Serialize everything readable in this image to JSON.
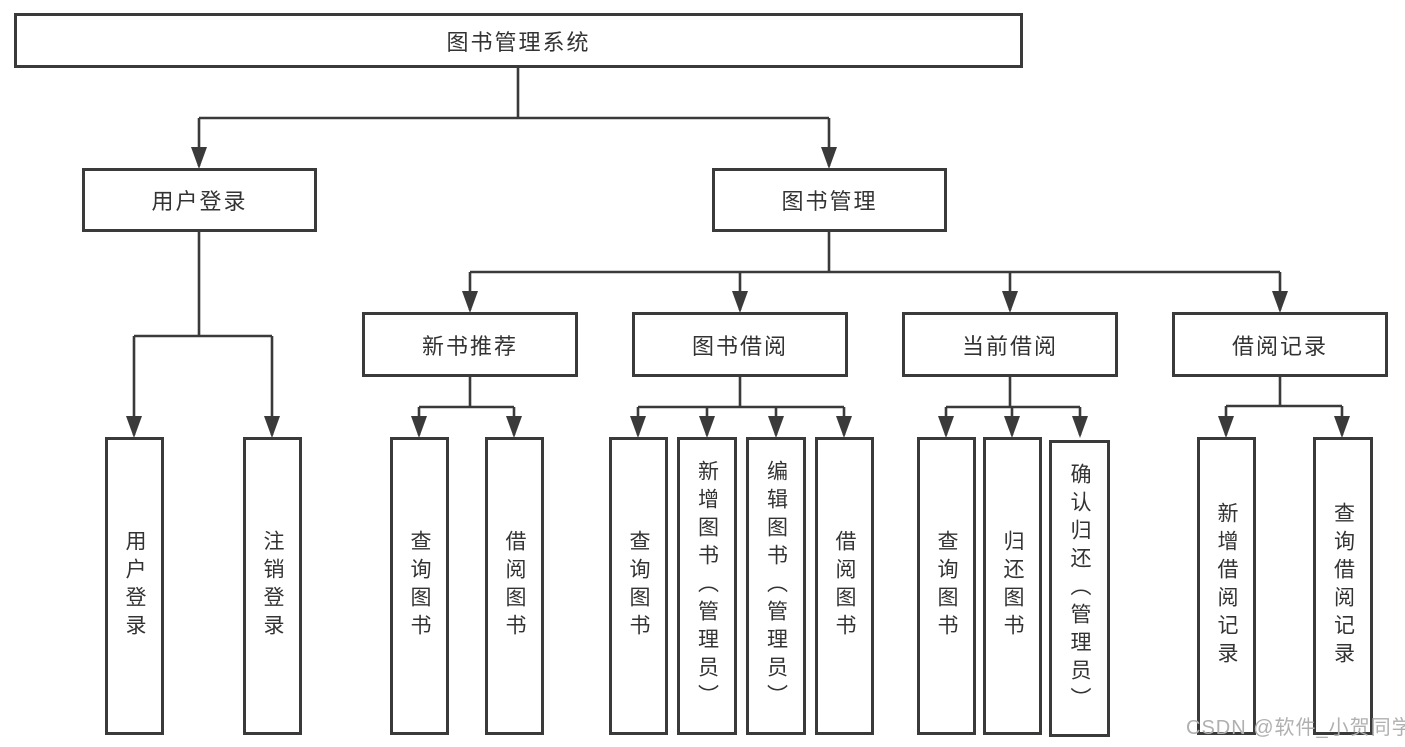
{
  "diagram": {
    "type": "hierarchy-tree",
    "root": {
      "label": "图书管理系统"
    },
    "level2": [
      {
        "label": "用户登录",
        "parent": "图书管理系统"
      },
      {
        "label": "图书管理",
        "parent": "图书管理系统"
      }
    ],
    "level3": [
      {
        "label": "新书推荐",
        "parent": "图书管理"
      },
      {
        "label": "图书借阅",
        "parent": "图书管理"
      },
      {
        "label": "当前借阅",
        "parent": "图书管理"
      },
      {
        "label": "借阅记录",
        "parent": "图书管理"
      }
    ],
    "leaves": [
      {
        "label": "用户登录",
        "parent": "用户登录"
      },
      {
        "label": "注销登录",
        "parent": "用户登录"
      },
      {
        "label": "查询图书",
        "parent": "新书推荐"
      },
      {
        "label": "借阅图书",
        "parent": "新书推荐"
      },
      {
        "label": "查询图书",
        "parent": "图书借阅"
      },
      {
        "label": "新增图书（管理员）",
        "parent": "图书借阅"
      },
      {
        "label": "编辑图书（管理员）",
        "parent": "图书借阅"
      },
      {
        "label": "借阅图书",
        "parent": "图书借阅"
      },
      {
        "label": "查询图书",
        "parent": "当前借阅"
      },
      {
        "label": "归还图书",
        "parent": "当前借阅"
      },
      {
        "label": "确认归还（管理员）",
        "parent": "当前借阅"
      },
      {
        "label": "新增借阅记录",
        "parent": "借阅记录"
      },
      {
        "label": "查询借阅记录",
        "parent": "借阅记录"
      }
    ]
  },
  "watermark": {
    "text": "CSDN @软件_小贺同学"
  },
  "colors": {
    "line": "#3a3a3a",
    "text": "#333333",
    "background": "#ffffff",
    "watermark": "#b0b0b0"
  }
}
